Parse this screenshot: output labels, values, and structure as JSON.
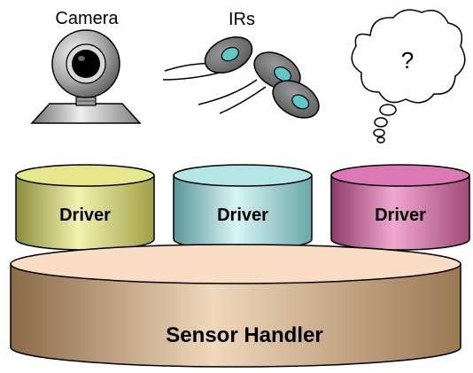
{
  "sensors": {
    "camera": {
      "label": "Camera",
      "icon": "camera-icon"
    },
    "irs": {
      "label": "IRs",
      "icon": "ir-sensors-icon"
    },
    "unknown": {
      "label": "?",
      "icon": "thought-cloud-icon"
    }
  },
  "drivers": [
    {
      "label": "Driver",
      "color": "#e6e68c"
    },
    {
      "label": "Driver",
      "color": "#b4e6e6"
    },
    {
      "label": "Driver",
      "color": "#dc78b4"
    }
  ],
  "sensor_handler": {
    "label": "Sensor Handler",
    "color": "#c8a078"
  }
}
